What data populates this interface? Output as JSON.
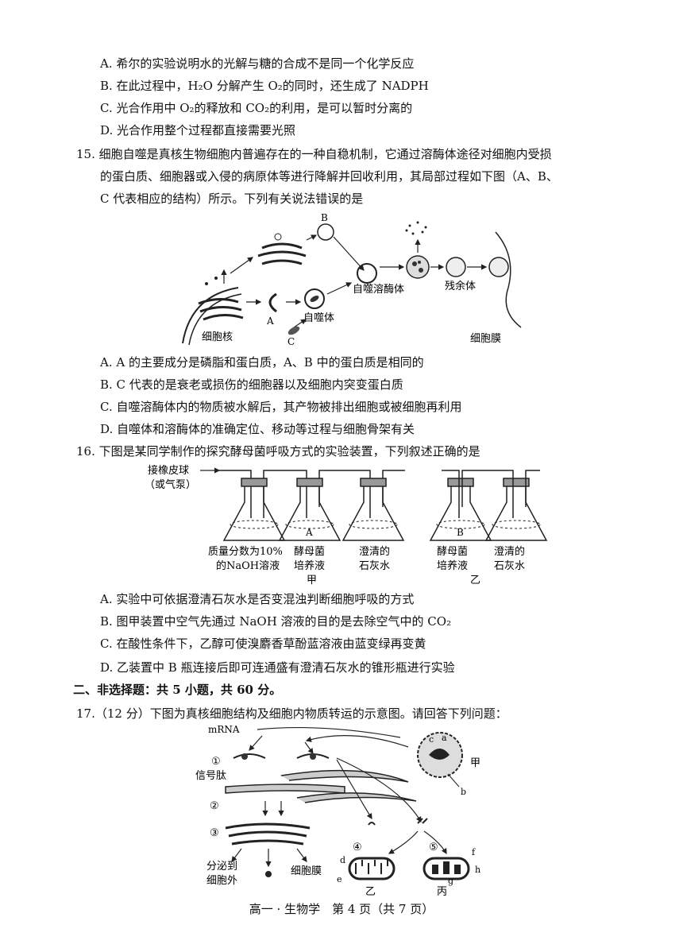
{
  "q14": {
    "a": "A.  希尔的实验说明水的光解与糖的合成不是同一个化学反应",
    "b": "B.  在此过程中，H₂O 分解产生 O₂的同时，还生成了 NADPH",
    "c": "C.  光合作用中 O₂的释放和 CO₂的利用，是可以暂时分离的",
    "d": "D.  光合作用整个过程都直接需要光照"
  },
  "q15": {
    "stem1": "15.  细胞自噬是真核生物细胞内普遍存在的一种自稳机制，它通过溶酶体途径对细胞内受损",
    "stem2": "的蛋白质、细胞器或入侵的病原体等进行降解并回收利用，其局部过程如下图（A、B、",
    "stem3": "C 代表相应的结构）所示。下列有关说法错误的是",
    "fig": {
      "b": "B",
      "a": "A",
      "c": "C",
      "nucleus": "细胞核",
      "autophagosome": "自噬体",
      "autolysosome": "自噬溶酶体",
      "residual": "残余体",
      "membrane": "细胞膜"
    },
    "a": "A.  A 的主要成分是磷脂和蛋白质，A、B 中的蛋白质是相同的",
    "b": "B.  C 代表的是衰老或损伤的细胞器以及细胞内突变蛋白质",
    "c": "C.  自噬溶酶体内的物质被水解后，其产物被排出细胞或被细胞再利用",
    "d": "D.  自噬体和溶酶体的准确定位、移动等过程与细胞骨架有关"
  },
  "q16": {
    "stem": "16.  下图是某同学制作的探究酵母菌呼吸方式的实验装置，下列叙述正确的是",
    "fig": {
      "pump1": "接橡皮球",
      "pump2": "（或气泵）",
      "naoh1": "质量分数为10%",
      "naoh2": "的NaOH溶液",
      "yeast1": "酵母菌",
      "yeast2": "培养液",
      "lime1": "澄清的",
      "lime2": "石灰水",
      "flaskA": "A",
      "flaskB": "B",
      "jia": "甲",
      "yi": "乙"
    },
    "a": "A. 实验中可依据澄清石灰水是否变混浊判断细胞呼吸的方式",
    "b": "B. 图甲装置中空气先通过 NaOH 溶液的目的是去除空气中的 CO₂",
    "c": "C. 在酸性条件下，乙醇可使溴麝香草酚蓝溶液由蓝变绿再变黄",
    "d": "D. 乙装置中 B 瓶连接后即可连通盛有澄清石灰水的锥形瓶进行实验"
  },
  "section2": "二、非选择题：共 5 小题，共 60 分。",
  "q17": {
    "stem": "17.（12 分）下图为真核细胞结构及细胞内物质转运的示意图。请回答下列问题：",
    "fig": {
      "mrna": "mRNA",
      "n1": "①",
      "signal": "信号肽",
      "n2": "②",
      "n3": "③",
      "n4": "④",
      "n5": "⑤",
      "jia": "甲",
      "yi": "乙",
      "bing": "丙",
      "secrete1": "分泌到",
      "secrete2": "细胞外",
      "membrane": "细胞膜",
      "a": "a",
      "b": "b",
      "c": "c",
      "d": "d",
      "e": "e",
      "f": "f",
      "g": "g",
      "h": "h"
    }
  },
  "footer": "高一 · 生物学　第 4 页（共 7 页）"
}
